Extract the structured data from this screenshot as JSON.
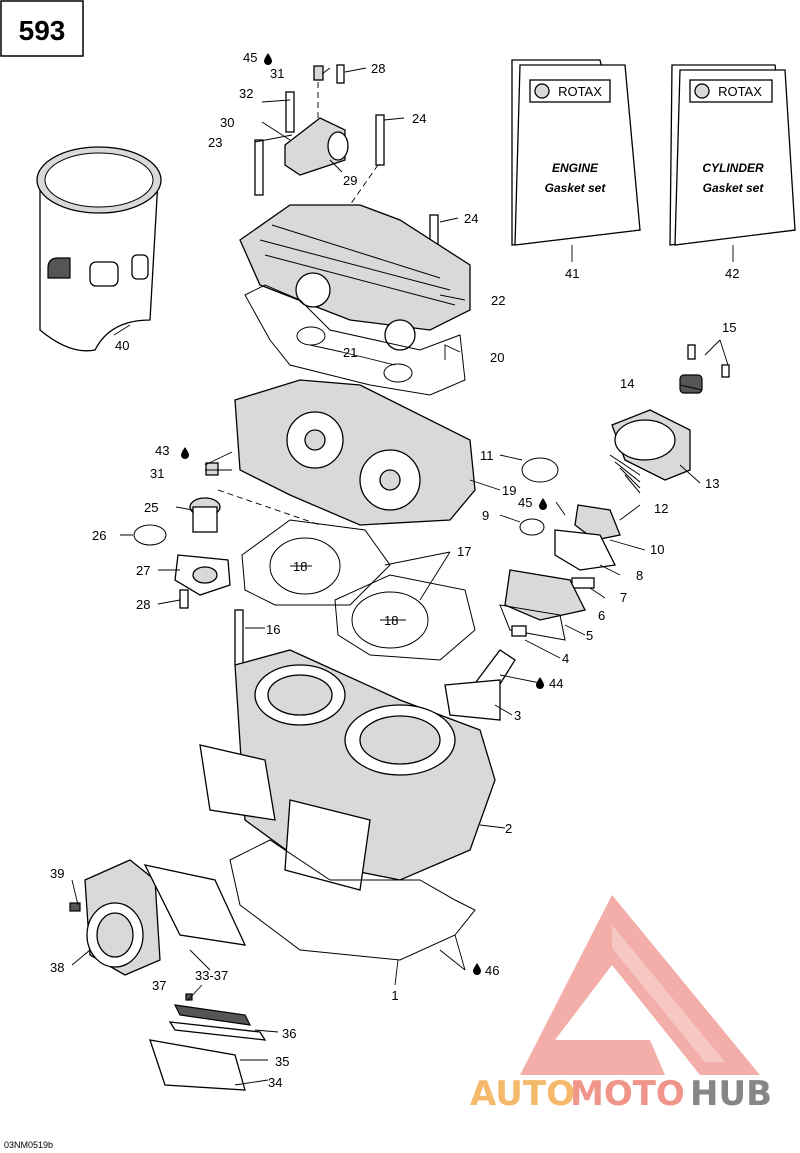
{
  "page_number": "593",
  "drawing_code": "03NM0519b",
  "documents": [
    {
      "brand": "ROTAX",
      "line1": "ENGINE",
      "line2": "Gasket set",
      "ref": "41"
    },
    {
      "brand": "ROTAX",
      "line1": "CYLINDER",
      "line2": "Gasket set",
      "ref": "42"
    }
  ],
  "callouts": {
    "c1": "1",
    "c2": "2",
    "c3": "3",
    "c4": "4",
    "c5": "5",
    "c6": "6",
    "c7": "7",
    "c8": "8",
    "c9": "9",
    "c10": "10",
    "c11": "11",
    "c12": "12",
    "c13": "13",
    "c14": "14",
    "c15": "15",
    "c16": "16",
    "c17": "17",
    "c18a": "18",
    "c18b": "18",
    "c19": "19",
    "c20": "20",
    "c21": "21",
    "c22": "22",
    "c23": "23",
    "c24a": "24",
    "c24b": "24",
    "c25": "25",
    "c26": "26",
    "c27": "27",
    "c28a": "28",
    "c28b": "28",
    "c29": "29",
    "c30": "30",
    "c31a": "31",
    "c31b": "31",
    "c32": "32",
    "c3337": "33-37",
    "c34": "34",
    "c35": "35",
    "c36": "36",
    "c37": "37",
    "c38": "38",
    "c39": "39",
    "c40": "40",
    "c41": "41",
    "c42": "42",
    "c43": "43",
    "c44": "44",
    "c45a": "45",
    "c45b": "45",
    "c46": "46"
  },
  "watermark": {
    "part1": "AUTO",
    "part2": "MOTO",
    "part3": "HUB"
  },
  "colors": {
    "watermark_red": "#e8453c",
    "watermark_orange": "#f2a94a",
    "watermark_gray": "#6b6b6b"
  }
}
